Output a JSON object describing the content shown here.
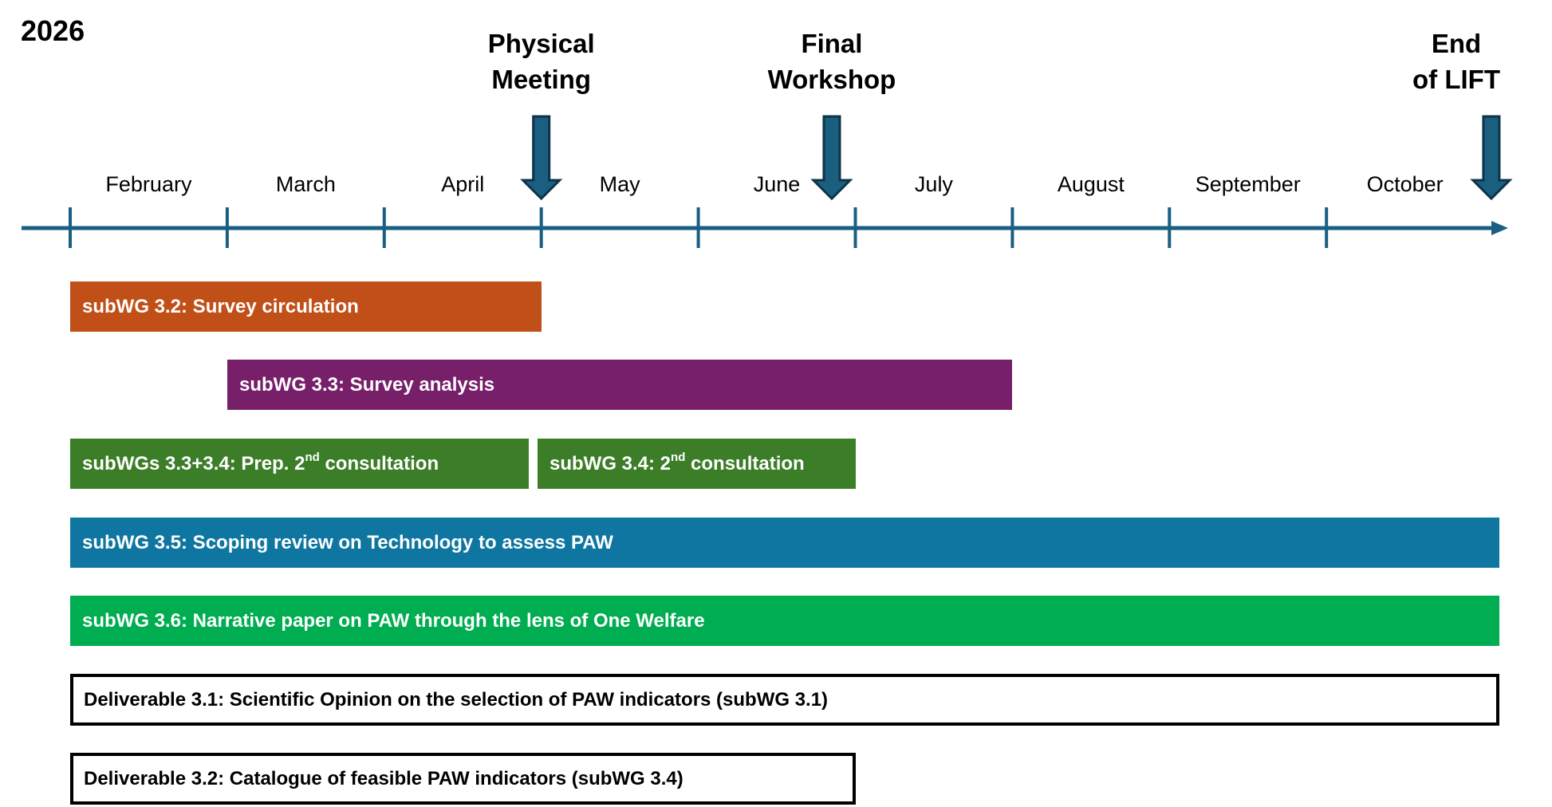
{
  "chart_data": {
    "type": "gantt",
    "title": "2026",
    "months": [
      "February",
      "March",
      "April",
      "May",
      "June",
      "July",
      "August",
      "September",
      "October"
    ],
    "milestones": [
      {
        "label_line1": "Physical",
        "label_line2": "Meeting",
        "at_month_index": 3.0
      },
      {
        "label_line1": "Final",
        "label_line2": "Workshop",
        "at_month_index": 4.85
      },
      {
        "label_line1": "End",
        "label_line2": "of LIFT",
        "at_month_index": 9.05
      }
    ],
    "tasks": [
      {
        "label": "subWG 3.2: Survey circulation",
        "start": 0,
        "end": 3.0,
        "color": "#c05018",
        "style": "fill"
      },
      {
        "label": "subWG 3.3: Survey analysis",
        "start": 1.0,
        "end": 6.0,
        "color": "#781f6a",
        "style": "fill"
      },
      {
        "label_pre": "subWGs 3.3+3.4: Prep. 2",
        "label_sup": "nd",
        "label_post": " consultation",
        "start": 0,
        "end": 2.92,
        "color": "#3c7d27",
        "style": "fill"
      },
      {
        "label_pre": "subWG 3.4: 2",
        "label_sup": "nd",
        "label_post": " consultation",
        "start": 3.0,
        "end": 5.0,
        "color": "#3c7d27",
        "style": "fill"
      },
      {
        "label": "subWG 3.5: Scoping review on Technology to assess PAW",
        "start": 0,
        "end": 9.1,
        "color": "#0e76a0",
        "style": "fill"
      },
      {
        "label": "subWG 3.6: Narrative paper on PAW through the lens of One Welfare",
        "start": 0,
        "end": 9.1,
        "color": "#00ad50",
        "style": "fill"
      },
      {
        "label": "Deliverable 3.1: Scientific Opinion on the selection of PAW indicators (subWG 3.1)",
        "start": 0,
        "end": 9.1,
        "color": "#000000",
        "style": "outline"
      },
      {
        "label": "Deliverable 3.2: Catalogue of feasible PAW indicators (subWG 3.4)",
        "start": 0,
        "end": 5.0,
        "color": "#000000",
        "style": "outline"
      }
    ],
    "axis_color": "#195f82",
    "arrow_fill": "#1a5f80",
    "arrow_stroke": "#0d3349"
  }
}
